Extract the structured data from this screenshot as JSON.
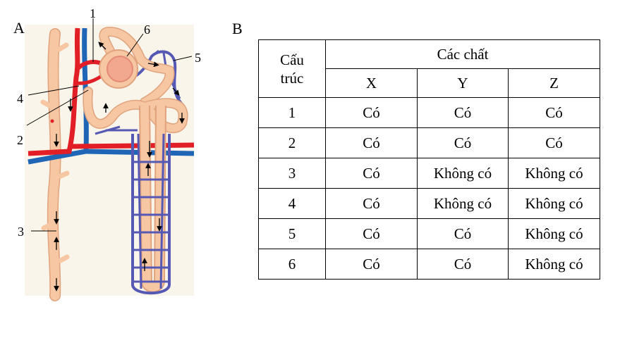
{
  "panel_a": {
    "label": "A",
    "callouts": [
      "1",
      "2",
      "3",
      "4",
      "5",
      "6"
    ]
  },
  "panel_b": {
    "label": "B",
    "header": {
      "structure_line1": "Cấu",
      "structure_line2": "trúc",
      "substances": "Các chất",
      "columns": [
        "X",
        "Y",
        "Z"
      ]
    },
    "rows": [
      {
        "structure": "1",
        "x": "Có",
        "y": "Có",
        "z": "Có"
      },
      {
        "structure": "2",
        "x": "Có",
        "y": "Có",
        "z": "Có"
      },
      {
        "structure": "3",
        "x": "Có",
        "y": "Không có",
        "z": "Không có"
      },
      {
        "structure": "4",
        "x": "Có",
        "y": "Không có",
        "z": "Không có"
      },
      {
        "structure": "5",
        "x": "Có",
        "y": "Có",
        "z": "Không có"
      },
      {
        "structure": "6",
        "x": "Có",
        "y": "Có",
        "z": "Không có"
      }
    ]
  },
  "colors": {
    "tubule": "#f6c7a2",
    "tubule_edge": "#e1a37e",
    "artery": "#e21e26",
    "vein": "#1f66b7",
    "capillary": "#5559b4",
    "background_tint": "#faf5ea"
  }
}
